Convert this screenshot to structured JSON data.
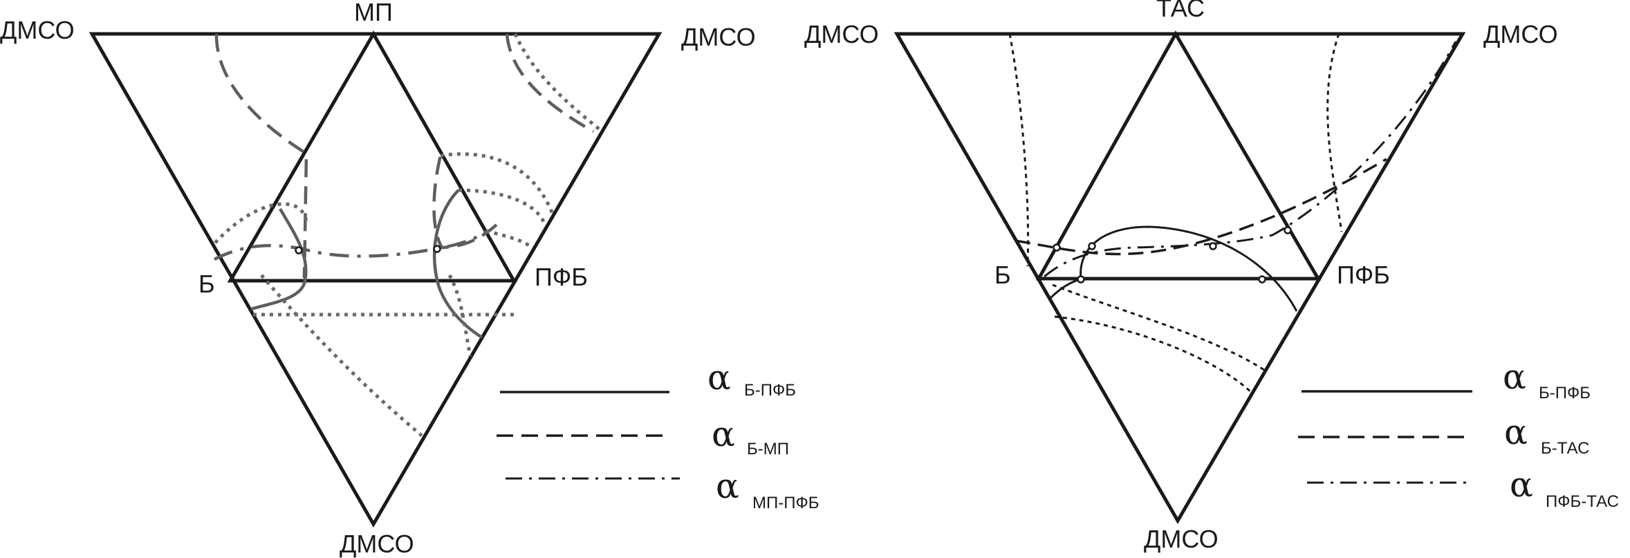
{
  "left_diagram": {
    "vertices": {
      "top_left": "ДМСО",
      "top": "МП",
      "top_right": "ДМСО",
      "mid_left": "Б",
      "mid_right": "ПФБ",
      "bottom": "ДМСО"
    },
    "legend": [
      {
        "symbol": "α",
        "subscript": "Б-ПФБ",
        "line_style": "solid"
      },
      {
        "symbol": "α",
        "subscript": "Б-МП",
        "line_style": "dashed"
      },
      {
        "symbol": "α",
        "subscript": "МП-ПФБ",
        "line_style": "dash-dot"
      }
    ]
  },
  "right_diagram": {
    "vertices": {
      "top_left": "ДМСО",
      "top": "ТАС",
      "top_right": "ДМСО",
      "mid_left": "Б",
      "mid_right": "ПФБ",
      "bottom": "ДМСО"
    },
    "legend": [
      {
        "symbol": "α",
        "subscript": "Б-ПФБ",
        "line_style": "solid"
      },
      {
        "symbol": "α",
        "subscript": "Б-ТАС",
        "line_style": "dashed"
      },
      {
        "symbol": "α",
        "subscript": "ПФБ-ТАС",
        "line_style": "dash-dot"
      }
    ]
  },
  "colors": {
    "frame": "#1a1a1a",
    "curves_left": "#5e5e5e",
    "curves_right": "#1a1a1a",
    "background": "#ffffff"
  }
}
